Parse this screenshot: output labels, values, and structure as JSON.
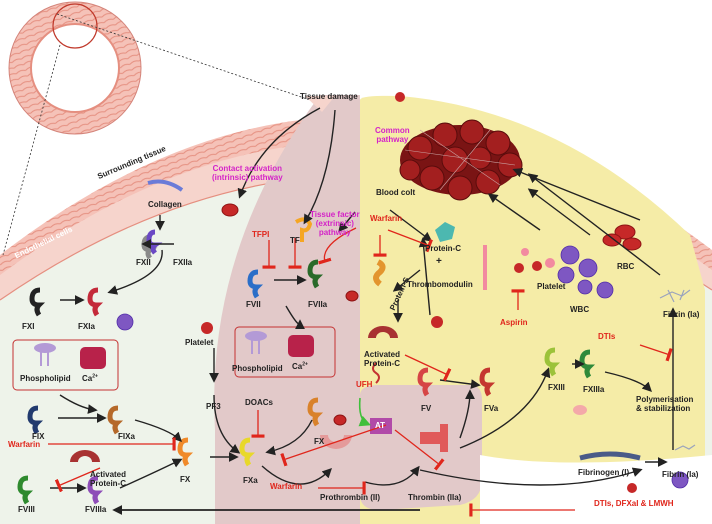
{
  "labels": {
    "tissue_damage": "Tissue damage",
    "surrounding_tissue": "Surrounding tissue",
    "endothelial_cells": "Endothelial cells",
    "common_pathway": "Common\npathway",
    "contact_activation": "Contact activation\n(intrinsic) pathway",
    "tissue_factor_pathway": "Tissue factor\n(extrinsic)\npathway",
    "collagen": "Collagen",
    "fxii": "FXII",
    "fxiia": "FXIIa",
    "fxi": "FXI",
    "fxia": "FXIa",
    "phospholipid_left": "Phospholipid",
    "ca_left": "Ca",
    "ca_sup": "2+",
    "fix": "FIX",
    "fixa": "FIXa",
    "fviii": "FVIII",
    "fviiia": "FVIIIa",
    "fx_left": "FX",
    "activated_protein_c_left": "Activated\nProtein-C",
    "tfpi": "TFPI",
    "tf": "TF",
    "fvii": "FVII",
    "fviia": "FVIIa",
    "platelet_mid": "Platelet",
    "phospholipid_mid": "Phospholipid",
    "ca_mid": "Ca",
    "pf3": "PF3",
    "doacs": "DOACs",
    "fx_mid": "FX",
    "fxa": "FXa",
    "warfarin_bottom": "Warfarin",
    "prothrombin": "Prothrombin (II)",
    "thrombin": "Thrombin (IIa)",
    "blood_colt": "Blood colt",
    "warfarin_top": "Warfarin",
    "protein_c": "Protein-C",
    "plus": "+",
    "protein_s": "Protein-S",
    "thrombomodulin": "Thrombomodulin",
    "platelet_right": "Platelet",
    "rbc": "RBC",
    "wbc": "WBC",
    "aspirin": "Aspirin",
    "activated_protein_c_right": "Activated\nProtein-C",
    "ufh": "UFH",
    "at": "AT",
    "fv": "FV",
    "fva": "FVa",
    "fxiii": "FXIII",
    "fxiiia": "FXIIIa",
    "dtis": "DTIs",
    "polymerisation": "Polymerisation\n& stabilization",
    "fibrin_top": "Fibrin (Ia)",
    "fibrinogen": "Fibrinogen (I)",
    "fibrin_bottom": "Fibrin (Ia)",
    "dtis_combo": "DTIs, DFXaI & LMWH",
    "warfarin_left": "Warfarin"
  },
  "colors": {
    "intrinsic_bg": "#eef3ea",
    "extrinsic_bg": "#e2c9c9",
    "common_bg": "#f5eca7",
    "vessel_pink": "#f2b5ac",
    "inhibitor_red": "#e0261c",
    "pathway_magenta": "#d423c8"
  }
}
